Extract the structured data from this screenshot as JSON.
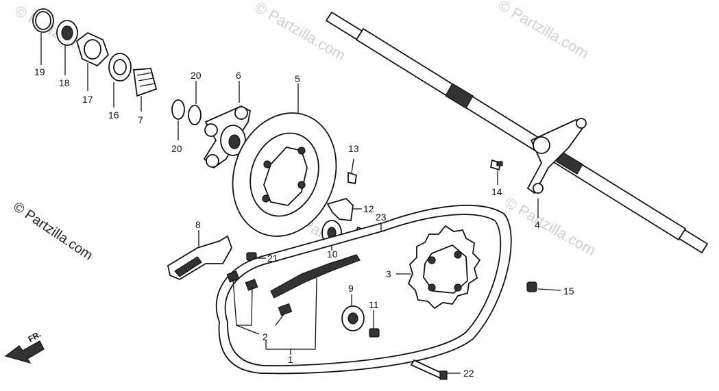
{
  "watermark": {
    "text": "© Partzilla.com",
    "side_text": "© Partzilla.com"
  },
  "direction": {
    "label": "FR."
  },
  "callouts": {
    "p1": "1",
    "p2": "2",
    "p3": "3",
    "p4": "4",
    "p5": "5",
    "p6": "6",
    "p7": "7",
    "p8": "8",
    "p9": "9",
    "p10": "10",
    "p11": "11",
    "p12": "12",
    "p13": "13",
    "p14": "14",
    "p15": "15",
    "p16": "16",
    "p17": "17",
    "p18": "18",
    "p19": "19",
    "p20a": "20",
    "p20b": "20",
    "p21": "21",
    "p22": "22",
    "p23": "23"
  },
  "colors": {
    "line": "#111111",
    "watermark": "#cfcfcf",
    "background": "#ffffff"
  }
}
